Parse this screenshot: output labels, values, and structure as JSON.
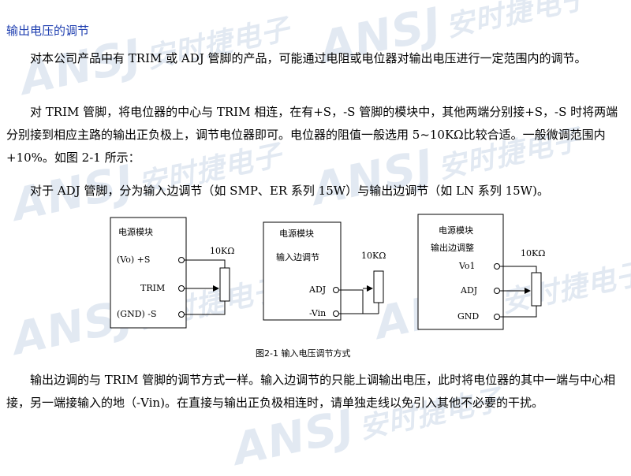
{
  "watermark": {
    "en": "ANSJ",
    "cn": "安时捷电子"
  },
  "heading": "输出电压的调节",
  "paragraphs": [
    "对本公司产品中有 TRIM 或 ADJ 管脚的产品，可能通过电阻或电位器对输出电压进行一定范围内的调节。",
    "对 TRIM 管脚，将电位器的中心与 TRIM 相连，在有+S，-S 管脚的模块中，其他两端分别接+S，-S 时将两端分别接到相应主路的输出正负极上，调节电位器即可。电位器的阻值一般选用 5~10KΩ比较合适。一般微调范围内+10%。如图 2-1 所示：",
    "对于 ADJ 管脚，分为输入边调节（如 SMP、ER 系列 15W）与输出边调节（如 LN 系列 15W)。",
    "输出边调的与 TRIM 管脚的调节方式一样。输入边调节的只能上调输出电压，此时将电位器的其中一端与中心相接，另一端接输入的地（-Vin)。在直接与输出正负极相连时，请单独走线以免引入其他不必要的干扰。"
  ],
  "figure": {
    "caption": "图2-1   输入电压调节方式",
    "diagrams": [
      {
        "title": "电源模块",
        "subtitle": "",
        "pins": [
          "(Vo)  +S",
          "TRIM",
          "(GND)  -S"
        ],
        "pot": "10KΩ"
      },
      {
        "title": "电源模块",
        "subtitle": "输入边调节",
        "pins": [
          "ADJ",
          "-Vin"
        ],
        "pot": "10KΩ"
      },
      {
        "title": "电源模块",
        "subtitle": "输出边调整",
        "pins": [
          "Vo1",
          "ADJ",
          "GND"
        ],
        "pot": "10KΩ"
      }
    ]
  }
}
